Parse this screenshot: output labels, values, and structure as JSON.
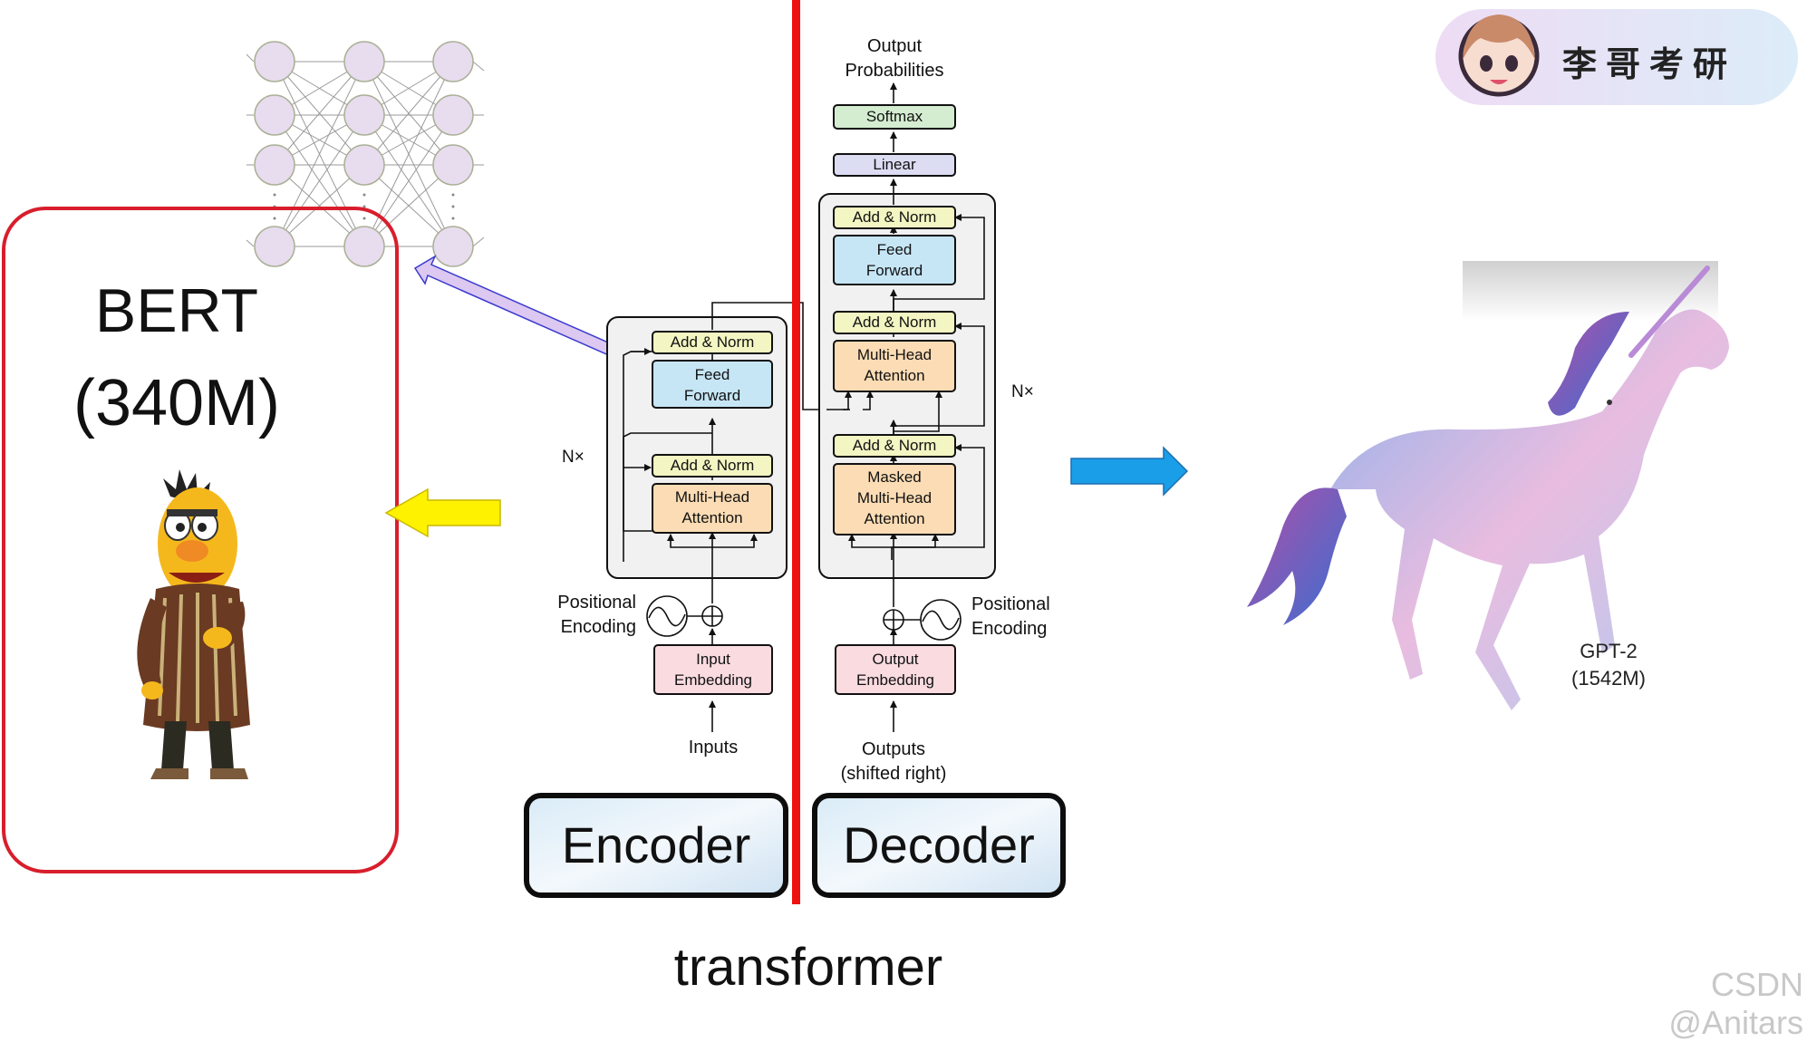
{
  "watermark_badge": {
    "text": "李哥考研"
  },
  "bert": {
    "title": "BERT",
    "params": "(340M)"
  },
  "gpt2": {
    "title": "GPT-2",
    "params": "(1542M)"
  },
  "encoder": {
    "add_norm_1": "Add & Norm",
    "feed_forward": [
      "Feed",
      "Forward"
    ],
    "add_norm_2": "Add & Norm",
    "attention": [
      "Multi-Head",
      "Attention"
    ],
    "nx": "N×",
    "positional": [
      "Positional",
      "Encoding"
    ],
    "embedding": [
      "Input",
      "Embedding"
    ],
    "inputs": "Inputs",
    "label": "Encoder"
  },
  "decoder": {
    "output_probs": [
      "Output",
      "Probabilities"
    ],
    "softmax": "Softmax",
    "linear": "Linear",
    "add_norm_top": "Add & Norm",
    "feed_forward": [
      "Feed",
      "Forward"
    ],
    "add_norm_mid": "Add & Norm",
    "attention": [
      "Multi-Head",
      "Attention"
    ],
    "add_norm_low": "Add & Norm",
    "masked_attention": [
      "Masked",
      "Multi-Head",
      "Attention"
    ],
    "nx": "N×",
    "positional": [
      "Positional",
      "Encoding"
    ],
    "embedding": [
      "Output",
      "Embedding"
    ],
    "outputs": [
      "Outputs",
      "(shifted right)"
    ],
    "label": "Decoder"
  },
  "caption": "transformer",
  "credit": "CSDN @Anitars",
  "colors": {
    "divider_red": "#ee1111",
    "bert_box": "#d81e2c",
    "add_norm": "#f3f5c2",
    "feed_forward": "#c6e6f6",
    "attention": "#fbdcb4",
    "embedding": "#f9dbe0",
    "softmax": "#d4ecd0",
    "linear": "#dcdcf3",
    "arrow_blue": "#1a9ee8",
    "arrow_yellow": "#fff200",
    "arrow_lavender": "#dcc8f0"
  }
}
